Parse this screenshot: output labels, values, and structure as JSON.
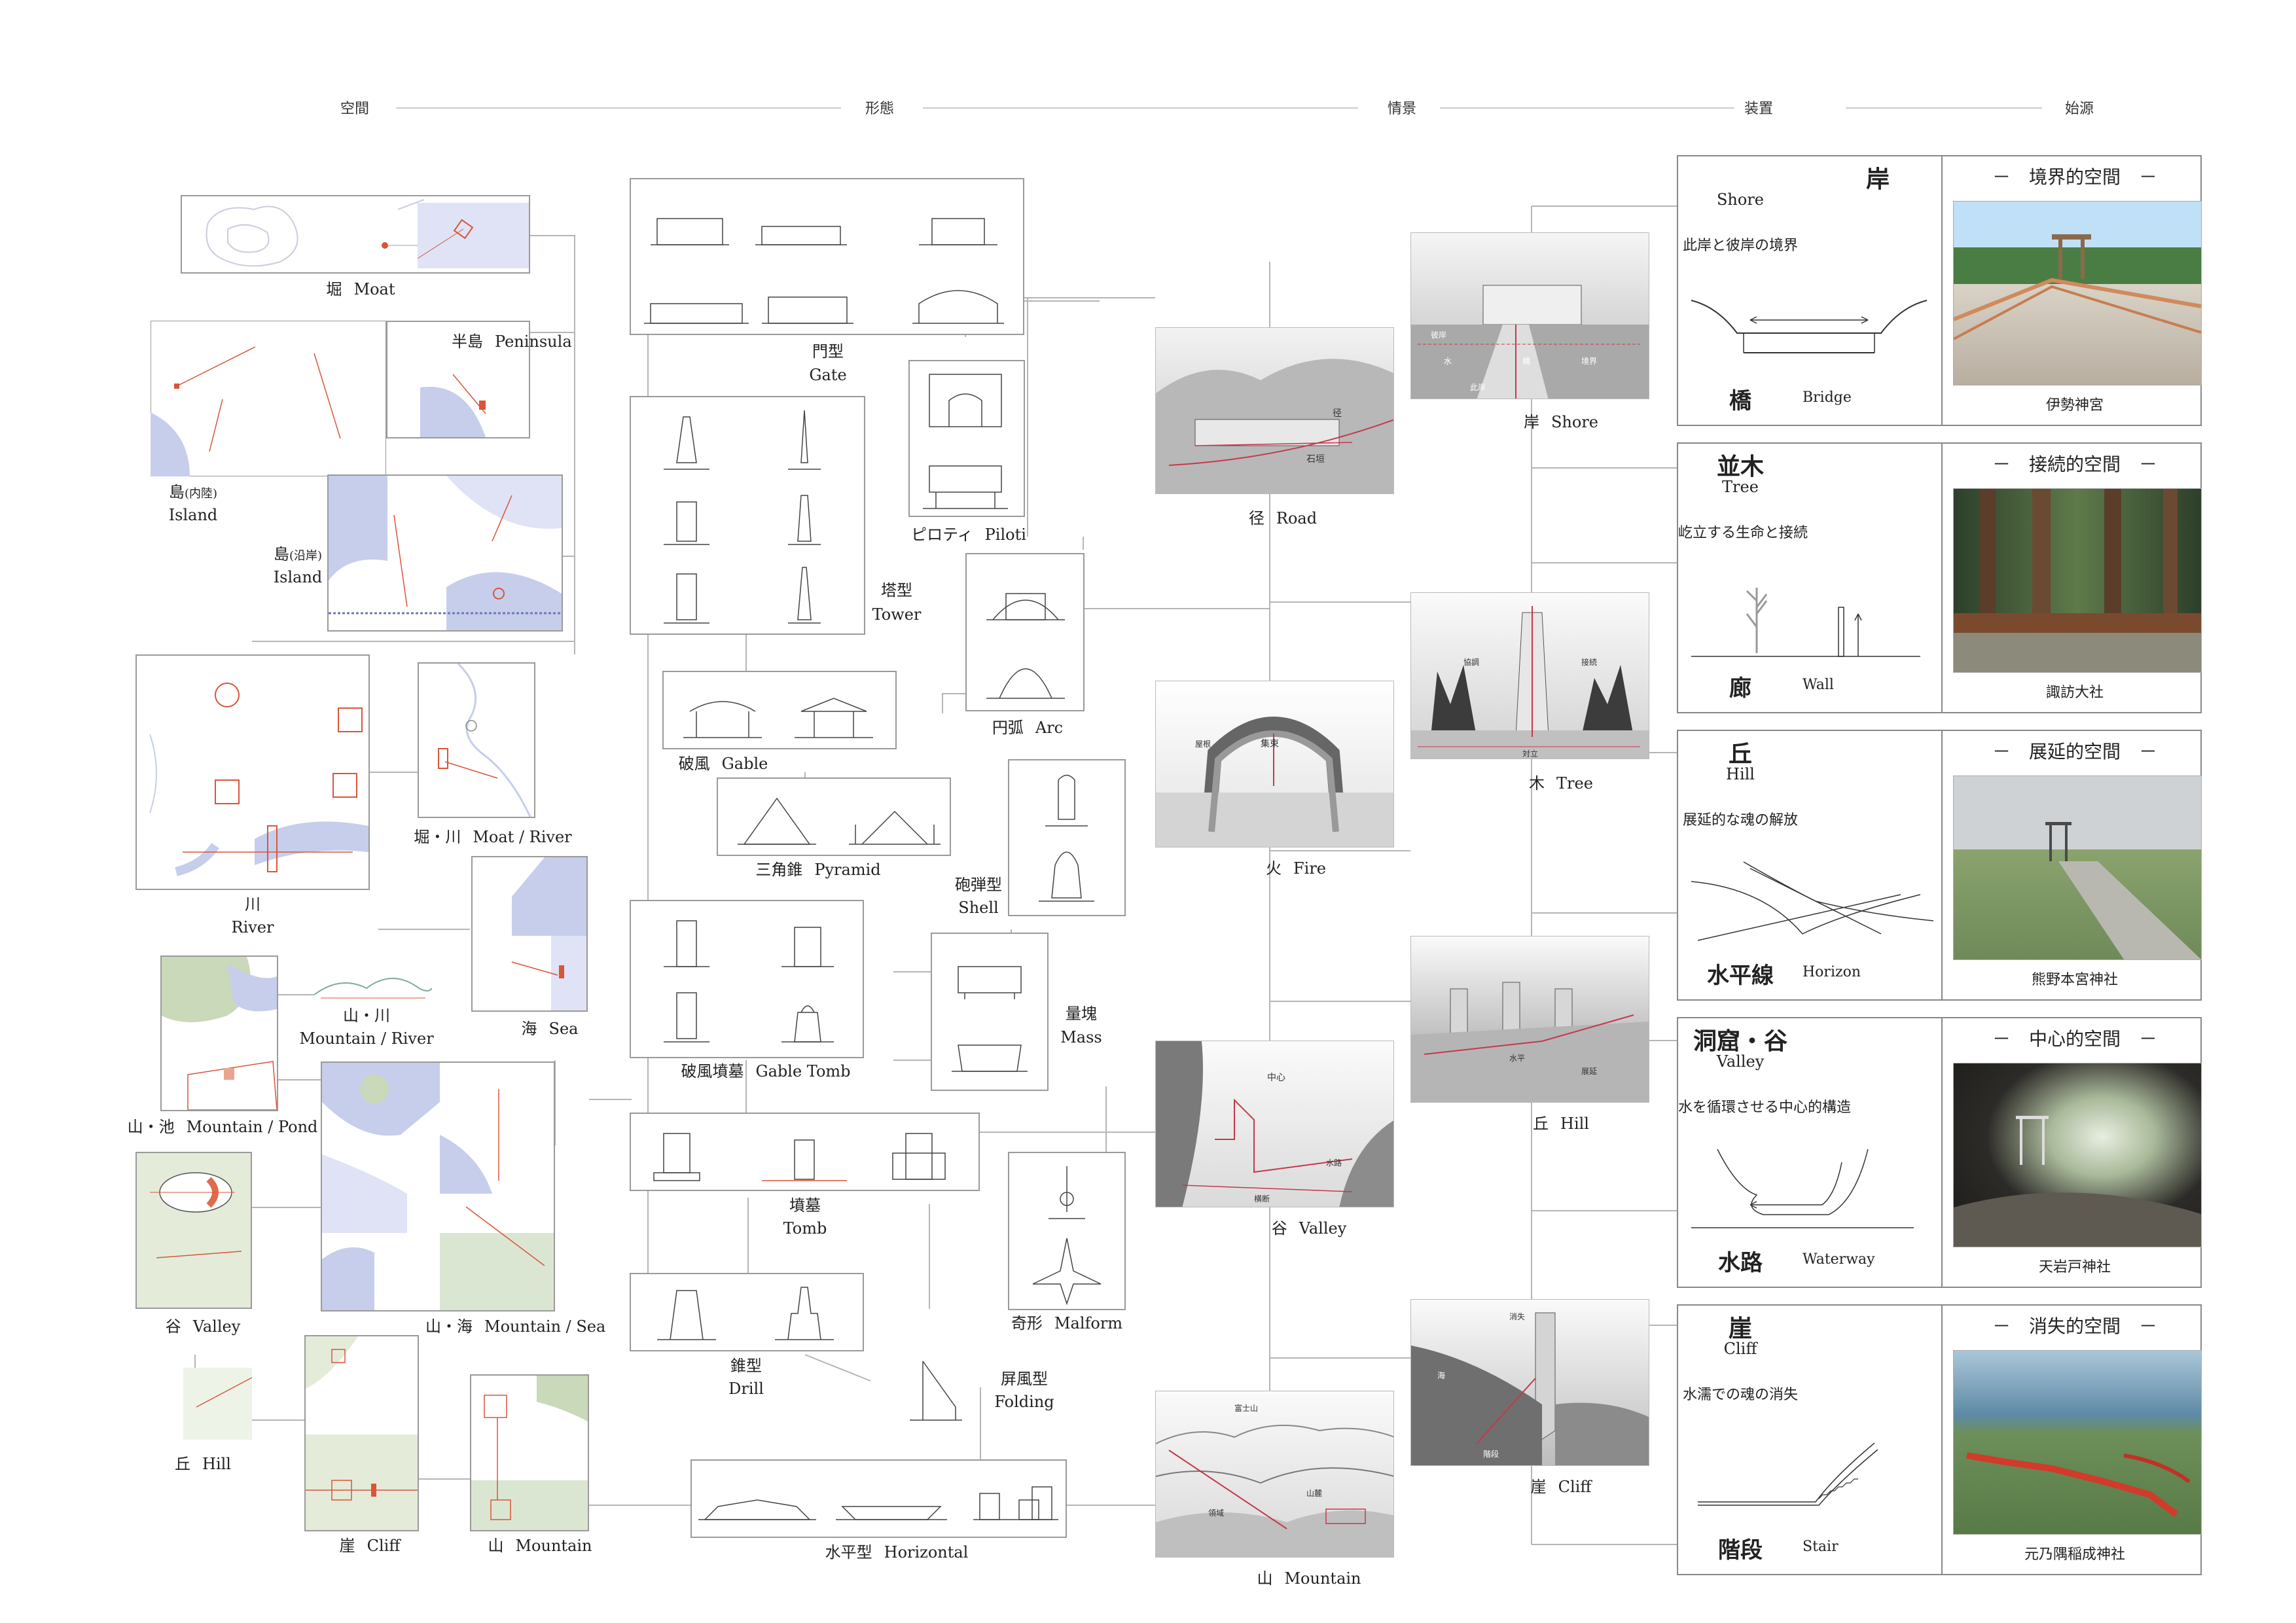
{
  "headers": {
    "space": "空間",
    "form": "形態",
    "scene": "情景",
    "device": "装置",
    "origin": "始源"
  },
  "space": {
    "moat": {
      "jp": "堀",
      "en": "Moat"
    },
    "peninsula": {
      "jp": "半島",
      "en": "Peninsula"
    },
    "island_inland": {
      "jp": "島",
      "note": "(内陸)",
      "en": "Island"
    },
    "island_coast": {
      "jp": "島",
      "note": "(沿岸)",
      "en": "Island"
    },
    "river": {
      "jp": "川",
      "en": "River"
    },
    "moat_river": {
      "jp": "堀・川",
      "en": "Moat / River"
    },
    "sea": {
      "jp": "海",
      "en": "Sea"
    },
    "mountain_river": {
      "jp": "山・川",
      "en": "Mountain / River"
    },
    "mountain_pond": {
      "jp": "山・池",
      "en": "Mountain / Pond"
    },
    "mountain_sea": {
      "jp": "山・海",
      "en": "Mountain / Sea"
    },
    "valley": {
      "jp": "谷",
      "en": "Valley"
    },
    "hill": {
      "jp": "丘",
      "en": "Hill"
    },
    "cliff": {
      "jp": "崖",
      "en": "Cliff"
    },
    "mountain": {
      "jp": "山",
      "en": "Mountain"
    }
  },
  "form": {
    "gate": {
      "jp": "門型",
      "en": "Gate"
    },
    "piloti": {
      "jp": "ピロティ",
      "en": "Piloti"
    },
    "tower": {
      "jp": "塔型",
      "en": "Tower"
    },
    "arc": {
      "jp": "円弧",
      "en": "Arc"
    },
    "gable": {
      "jp": "破風",
      "en": "Gable"
    },
    "pyramid": {
      "jp": "三角錐",
      "en": "Pyramid"
    },
    "shell": {
      "jp": "砲弾型",
      "en": "Shell"
    },
    "gable_tomb": {
      "jp": "破風墳墓",
      "en": "Gable Tomb"
    },
    "mass": {
      "jp": "量塊",
      "en": "Mass"
    },
    "tomb": {
      "jp": "墳墓",
      "en": "Tomb"
    },
    "malform": {
      "jp": "奇形",
      "en": "Malform"
    },
    "drill": {
      "jp": "錐型",
      "en": "Drill"
    },
    "folding": {
      "jp": "屏風型",
      "en": "Folding"
    },
    "horizontal": {
      "jp": "水平型",
      "en": "Horizontal"
    }
  },
  "scene": {
    "road": {
      "jp": "径",
      "en": "Road",
      "notes": [
        "径",
        "石垣"
      ]
    },
    "fire": {
      "jp": "火",
      "en": "Fire",
      "notes": [
        "集束",
        "屋根"
      ]
    },
    "valley": {
      "jp": "谷",
      "en": "Valley",
      "notes": [
        "中心",
        "水路",
        "横断"
      ]
    },
    "mountain": {
      "jp": "山",
      "en": "Mountain",
      "notes": [
        "富士山",
        "山麓",
        "領域"
      ]
    },
    "shore": {
      "jp": "岸",
      "en": "Shore",
      "notes": [
        "彼岸",
        "境界",
        "水",
        "橋",
        "此岸"
      ]
    },
    "tree": {
      "jp": "木",
      "en": "Tree",
      "notes": [
        "協調",
        "接続",
        "対立"
      ]
    },
    "hill": {
      "jp": "丘",
      "en": "Hill",
      "notes": [
        "水平",
        "展延"
      ]
    },
    "cliff": {
      "jp": "崖",
      "en": "Cliff",
      "notes": [
        "消失",
        "海",
        "階段"
      ]
    }
  },
  "cards": [
    {
      "jp": "岸",
      "en": "Shore",
      "desc": "此岸と彼岸の境界",
      "device_jp": "橋",
      "device_en": "Bridge",
      "title": "－　境界的空間　－",
      "place": "伊勢神宮"
    },
    {
      "jp": "並木",
      "en": "Tree",
      "desc": "屹立する生命と接続",
      "device_jp": "廊",
      "device_en": "Wall",
      "title": "－　接続的空間　－",
      "place": "諏訪大社"
    },
    {
      "jp": "丘",
      "en": "Hill",
      "desc": "展延的な魂の解放",
      "device_jp": "水平線",
      "device_en": "Horizon",
      "title": "－　展延的空間　－",
      "place": "熊野本宮神社"
    },
    {
      "jp": "洞窟・谷",
      "en": "Valley",
      "desc": "水を循環させる中心的構造",
      "device_jp": "水路",
      "device_en": "Waterway",
      "title": "－　中心的空間　－",
      "place": "天岩戸神社"
    },
    {
      "jp": "崖",
      "en": "Cliff",
      "desc": "水濡での魂の消失",
      "device_jp": "階段",
      "device_en": "Stair",
      "title": "－　消失的空間　－",
      "place": "元乃隅稲成神社"
    }
  ],
  "colors": {
    "accent": "#d9553a",
    "water": "#b9c4ea",
    "land": "#c9d9b9",
    "line": "#9a9a9a"
  }
}
